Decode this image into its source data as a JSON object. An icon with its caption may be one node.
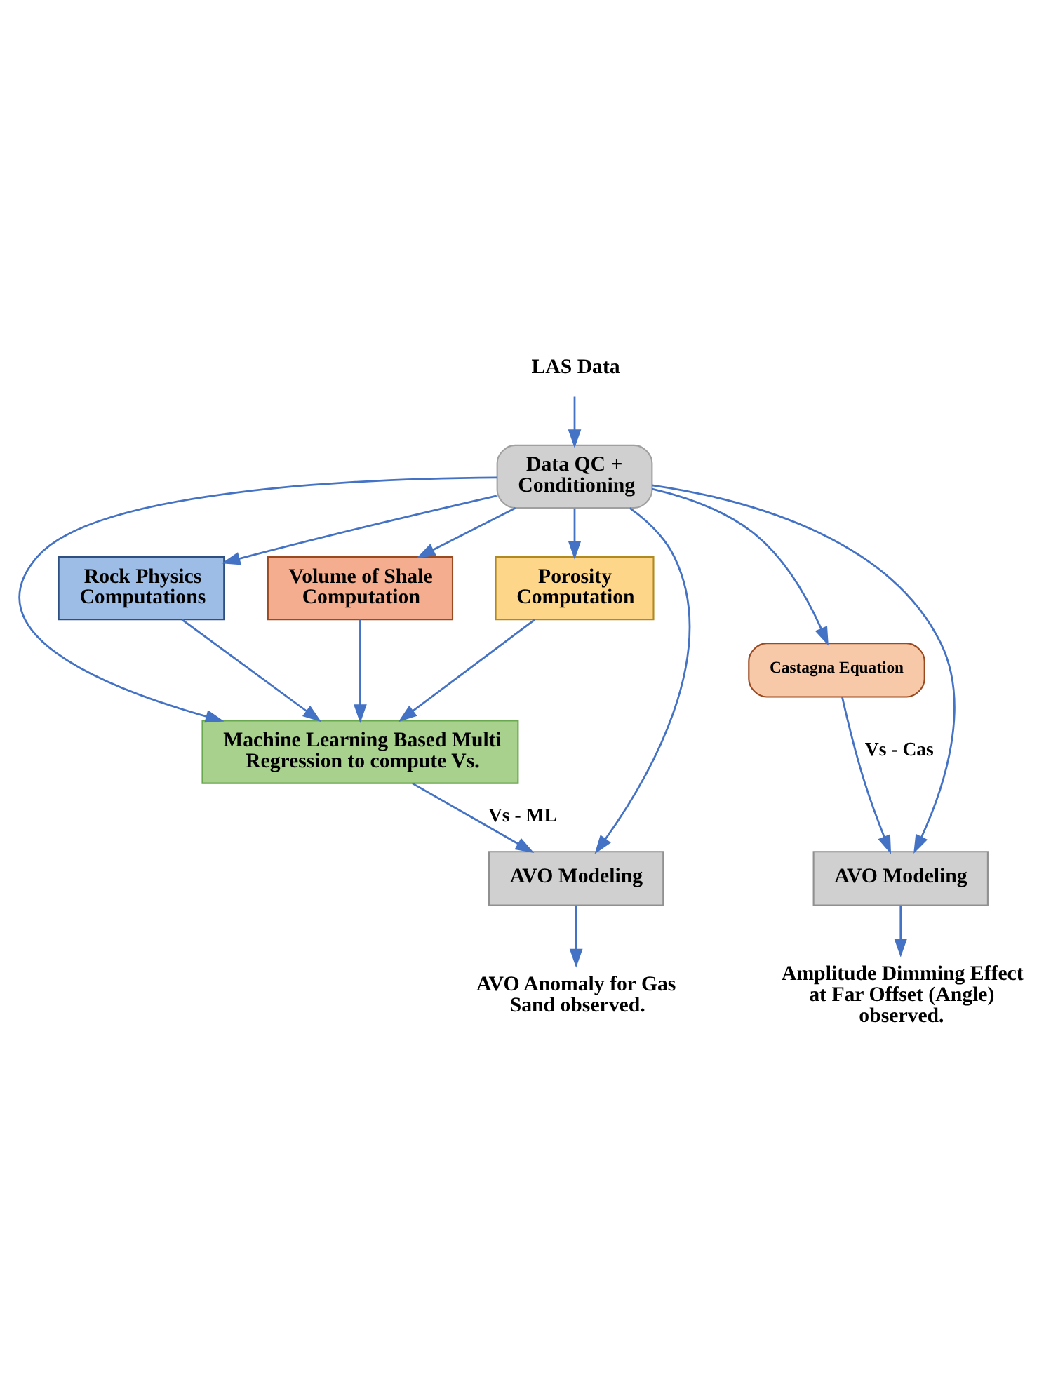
{
  "diagram": {
    "nodes": [
      {
        "text": [
          "LAS Data"
        ]
      },
      {
        "text": [
          "Data QC + Conditioning"
        ]
      },
      {
        "text": [
          "Rock Physics Computations"
        ]
      },
      {
        "text": [
          "Volume of Shale Computation"
        ]
      },
      {
        "text": [
          "Porosity Computation"
        ]
      },
      {
        "text": [
          "Machine Learning Based Multi Regression to compute Vs."
        ]
      },
      {
        "text": [
          "Castagna Equation"
        ]
      },
      {
        "text": [
          "AVO Modeling"
        ]
      },
      {
        "text": [
          "AVO Modeling"
        ]
      },
      {
        "text": [
          "Amplitude Dimming Effect at Far Offset (Angle) observed."
        ]
      },
      {
        "text": [
          "AVO Anomaly for Gas Sand observed."
        ]
      }
    ],
    "edges": [
      {
        "from": 0,
        "to": 1,
        "arrow": "to"
      },
      {
        "from": 1,
        "to": 2,
        "arrow": "to"
      },
      {
        "from": 1,
        "to": 3,
        "arrow": "to"
      },
      {
        "from": 1,
        "to": 4,
        "arrow": "to"
      },
      {
        "from": 1,
        "to": 5,
        "arrow": "to"
      },
      {
        "from": 2,
        "to": 5,
        "arrow": "to"
      },
      {
        "from": 3,
        "to": 5,
        "arrow": "to"
      },
      {
        "from": 4,
        "to": 5,
        "arrow": "to"
      },
      {
        "from": 1,
        "to": 7,
        "arrow": "to"
      },
      {
        "from": 1,
        "to": 6,
        "arrow": "to"
      },
      {
        "from": 1,
        "to": 8,
        "arrow": "to"
      },
      {
        "from": 6,
        "to": 7,
        "arrow": "to",
        "label": "Vs - Cas"
      },
      {
        "from": 5,
        "to": 8,
        "arrow": "to",
        "label": "Vs - ML"
      },
      {
        "from": 7,
        "to": 9,
        "arrow": "to"
      },
      {
        "from": 8,
        "to": 10,
        "arrow": "to"
      }
    ]
  }
}
